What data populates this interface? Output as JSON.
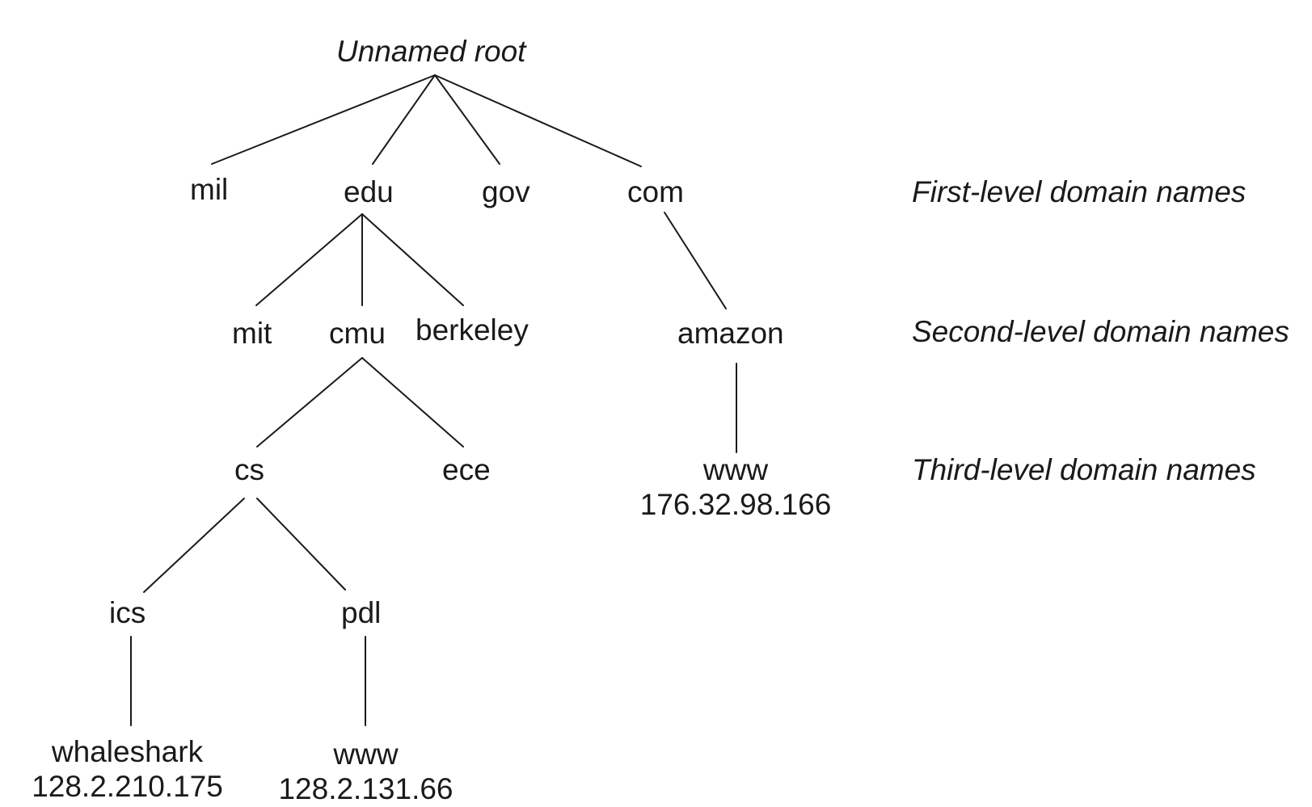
{
  "root": {
    "label": "Unnamed root"
  },
  "level_labels": {
    "first": "First-level domain names",
    "second": "Second-level domain names",
    "third": "Third-level domain names"
  },
  "nodes": {
    "mil": "mil",
    "edu": "edu",
    "gov": "gov",
    "com": "com",
    "mit": "mit",
    "cmu": "cmu",
    "berkeley": "berkeley",
    "amazon": "amazon",
    "cs": "cs",
    "ece": "ece",
    "amazon_www": {
      "name": "www",
      "ip": "176.32.98.166"
    },
    "ics": "ics",
    "pdl": "pdl",
    "whaleshark": {
      "name": "whaleshark",
      "ip": "128.2.210.175"
    },
    "pdl_www": {
      "name": "www",
      "ip": "128.2.131.66"
    }
  }
}
